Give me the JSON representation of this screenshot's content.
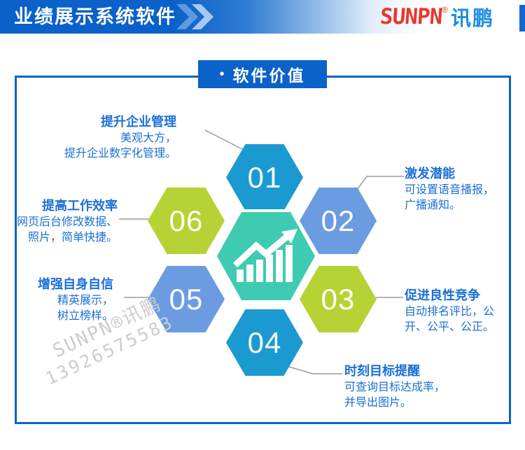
{
  "header": {
    "title": "业绩展示系统软件",
    "brand": {
      "en": "SUNPN",
      "reg": "®",
      "cn": "讯鹏"
    }
  },
  "section": {
    "bullet": "•",
    "label": "软件价值"
  },
  "diagram": {
    "center_icon": "growth-chart",
    "items": [
      {
        "num": "01",
        "title": "提升企业管理",
        "lines": [
          "美观大方，",
          "提升企业数字化管理。"
        ],
        "color": "#1B9AD2"
      },
      {
        "num": "02",
        "title": "激发潜能",
        "lines": [
          "可设置语音播报，",
          "广播通知。"
        ],
        "color": "#6B9CE2"
      },
      {
        "num": "03",
        "title": "促进良性竞争",
        "lines": [
          "自动排名评比，公",
          "开、公平、公正。"
        ],
        "color": "#B5D334"
      },
      {
        "num": "04",
        "title": "时刻目标提醒",
        "lines": [
          "可查询目标达成率，",
          "并导出图片。"
        ],
        "color": "#1B9AD2"
      },
      {
        "num": "05",
        "title": "增强自身自信",
        "lines": [
          "精英展示，",
          "树立榜样。"
        ],
        "color": "#6B9CE2"
      },
      {
        "num": "06",
        "title": "提高工作效率",
        "lines": [
          "网页后台修改数据、",
          "照片，简单快捷。"
        ],
        "color": "#B5D334"
      }
    ]
  },
  "watermark": {
    "line1": "SUNPN®讯鹏",
    "line2": "13926575583"
  },
  "colors": {
    "primary_blue": "#0B62C8",
    "hex_blue": "#1B9AD2",
    "hex_sky": "#6B9CE2",
    "hex_green": "#B5D334",
    "center_teal": "#3FCBB2",
    "text_blue": "#1B6FD6",
    "logo_red": "#E8392B",
    "logo_cn_blue": "#1E90E0",
    "connector_gray": "#9B9B9B"
  }
}
